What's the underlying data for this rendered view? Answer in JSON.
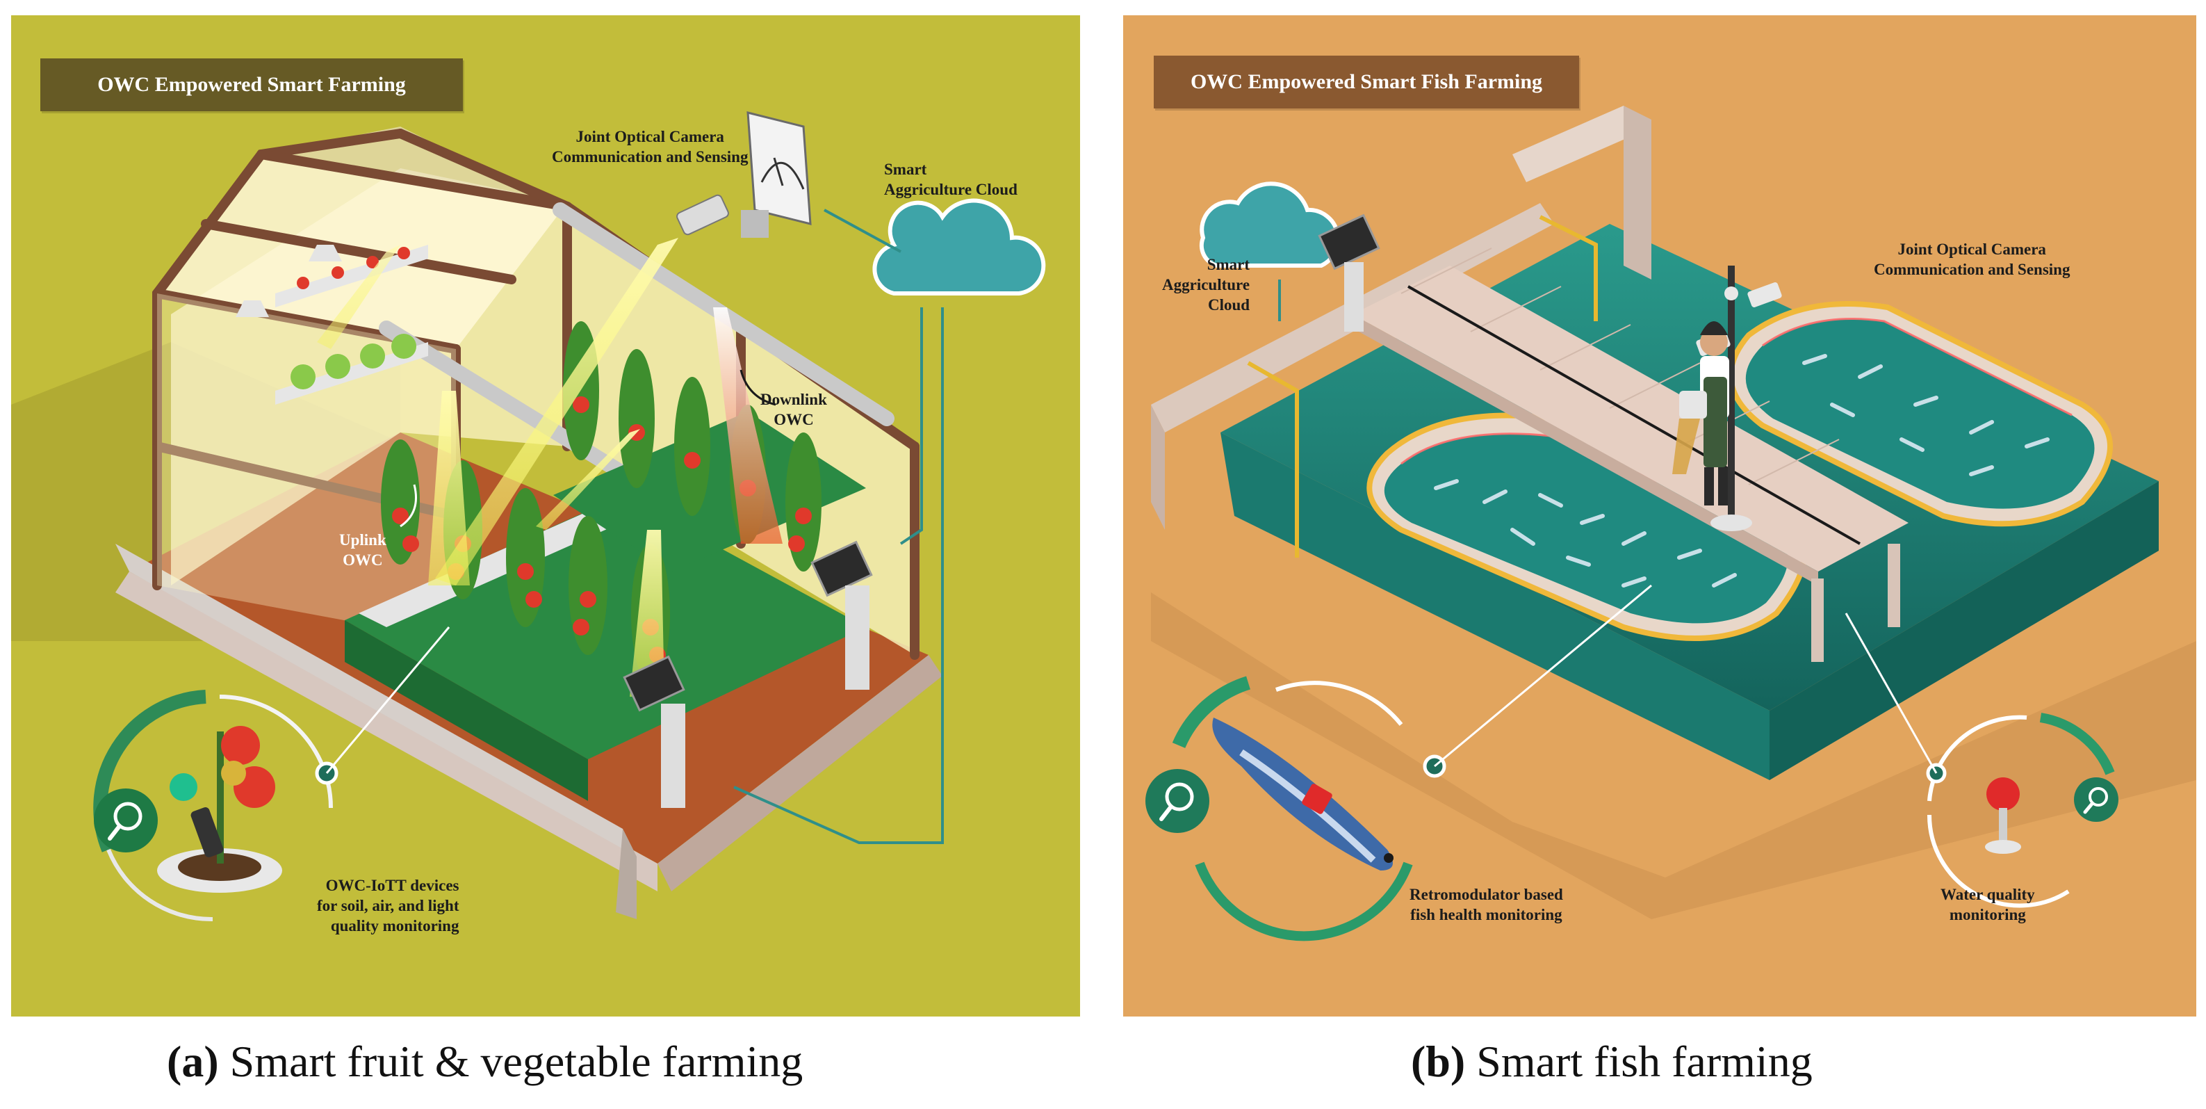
{
  "panel_a": {
    "title": "OWC Empowered Smart Farming",
    "labels": {
      "camera": "Joint Optical Camera\nCommunication and Sensing",
      "cloud": "Smart\nAggriculture Cloud",
      "downlink": "Downlink\nOWC",
      "uplink": "Uplink\nOWC",
      "devices": "OWC-IoTT devices\nfor soil, air, and light\nquality monitoring"
    }
  },
  "panel_b": {
    "title": "OWC Empowered Smart Fish Farming",
    "labels": {
      "cloud": "Smart\nAggriculture\nCloud",
      "camera": "Joint Optical Camera\nCommunication and Sensing",
      "fish_health": "Retromodulator based\nfish health monitoring",
      "water": "Water quality\nmonitoring"
    }
  },
  "captions": {
    "a_tag": "(a)",
    "a_text": "Smart fruit & vegetable farming",
    "b_tag": "(b)",
    "b_text": "Smart fish farming"
  },
  "colors": {
    "panel_a_bg": "#c2bd3a",
    "panel_b_bg": "#e2a55e",
    "title_a_bg": "#665a25",
    "title_b_bg": "#8a5930",
    "cloud": "#3ea4a8",
    "light_beam": "#f4f25a",
    "water": "#1f8a80"
  },
  "icons": [
    "cloud-icon",
    "camera-icon",
    "gauge-icon",
    "magnifier-icon",
    "tomato-icon",
    "fish-icon",
    "water-sensor-icon"
  ]
}
